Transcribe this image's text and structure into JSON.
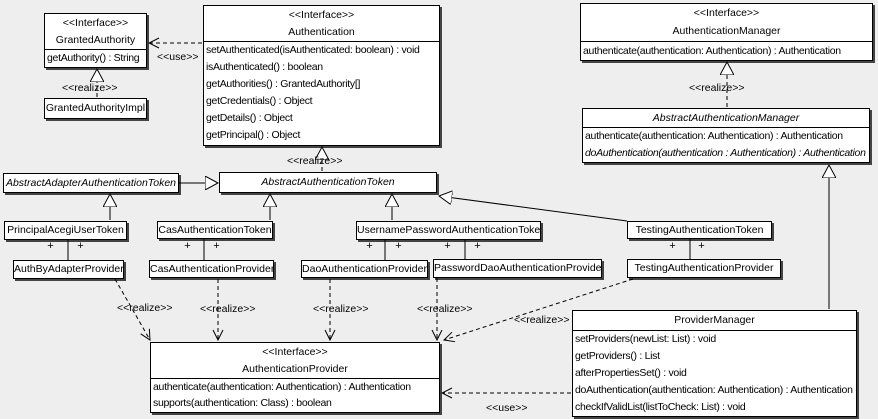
{
  "labels": {
    "realize": "<<realize>>",
    "use": "<<use>>",
    "plus": "+"
  },
  "colors": {
    "background": "#eeeeee",
    "box_fill": "#ffffff",
    "line_color": "#000000",
    "box_shadow": "#444444"
  },
  "classes": {
    "granted_authority": {
      "stereotype": "<<Interface>>",
      "name": "GrantedAuthority",
      "methods": [
        "getAuthority() : String"
      ]
    },
    "granted_authority_impl": {
      "name": "GrantedAuthorityImpl"
    },
    "authentication": {
      "stereotype": "<<Interface>>",
      "name": "Authentication",
      "methods": [
        "setAuthenticated(isAuthenticated: boolean) : void",
        "isAuthenticated() : boolean",
        "getAuthorities() : GrantedAuthority[]",
        "getCredentials() : Object",
        "getDetails() : Object",
        "getPrincipal() : Object"
      ]
    },
    "authentication_manager": {
      "stereotype": "<<Interface>>",
      "name": "AuthenticationManager",
      "methods": [
        "authenticate(authentication: Authentication) : Authentication"
      ]
    },
    "abstract_authentication_manager": {
      "name": "AbstractAuthenticationManager",
      "methods": [
        "authenticate(authentication: Authentication) : Authentication",
        "doAuthentication(authentication : Authentication) : Authentication"
      ]
    },
    "abstract_adapter_authentication_token": {
      "name": "AbstractAdapterAuthenticationToken"
    },
    "abstract_authentication_token": {
      "name": "AbstractAuthenticationToken"
    },
    "principal_acegi_user_token": {
      "name": "PrincipalAcegiUserToken"
    },
    "cas_authentication_token": {
      "name": "CasAuthenticationToken"
    },
    "username_password_authentication_token": {
      "name": "UsernamePasswordAuthenticationToken"
    },
    "testing_authentication_token": {
      "name": "TestingAuthenticationToken"
    },
    "auth_by_adapter_provider": {
      "name": "AuthByAdapterProvider"
    },
    "cas_authentication_provider": {
      "name": "CasAuthenticationProvider"
    },
    "dao_authentication_provider": {
      "name": "DaoAuthenticationProvider"
    },
    "password_dao_authentication_provider": {
      "name": "PasswordDaoAuthenticationProvider"
    },
    "testing_authentication_provider": {
      "name": "TestingAuthenticationProvider"
    },
    "authentication_provider": {
      "stereotype": "<<Interface>>",
      "name": "AuthenticationProvider",
      "methods": [
        "authenticate(authentication: Authentication) : Authentication",
        "supports(authentication: Class) : boolean"
      ]
    },
    "provider_manager": {
      "name": "ProviderManager",
      "methods": [
        "setProviders(newList: List) : void",
        "getProviders() : List",
        "afterPropertiesSet() : void",
        "doAuthentication(authentication: Authentication) : Authentication",
        "checkIfValidList(listToCheck: List) : void"
      ]
    }
  }
}
